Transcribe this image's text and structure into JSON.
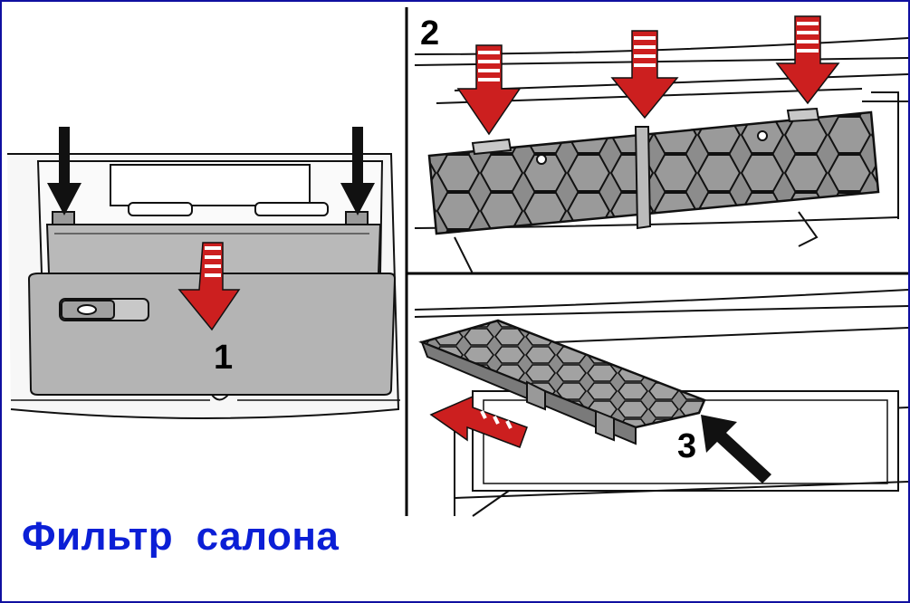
{
  "caption": "Фильтр  салона",
  "steps": {
    "one": "1",
    "two": "2",
    "three": "3"
  },
  "colors": {
    "caption": "#0b1fd6",
    "arrow_red": "#cc1f1f",
    "filter_gray": "#8a8a8a",
    "panel_gray": "#b9b9b9"
  },
  "icons": [
    "down-arrow-icon",
    "red-striped-arrow-icon",
    "pointer-arrow-icon"
  ]
}
